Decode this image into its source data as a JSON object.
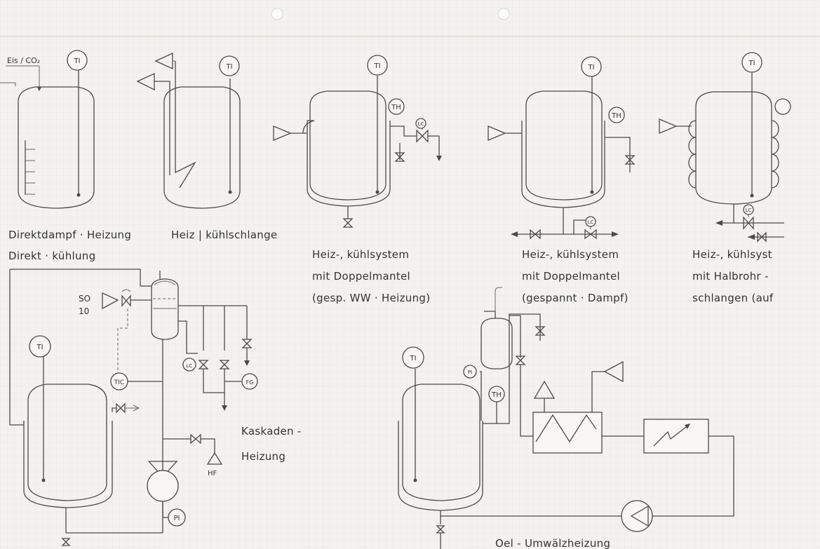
{
  "header_label": "Eis / CO₂",
  "captions": {
    "direct_steam": "Direktdampf · Heizung",
    "direct_cooling": "Direkt · kühlung",
    "coil": "Heiz | kühlschlange",
    "jacket_hw_1": "Heiz-, kühlsystem",
    "jacket_hw_2": "mit Doppelmantel",
    "jacket_hw_3": "(gesp. WW · Heizung)",
    "jacket_steam_1": "Heiz-, kühlsystem",
    "jacket_steam_2": "mit Doppelmantel",
    "jacket_steam_3": "(gespannt · Dampf)",
    "halfpipe_1": "Heiz-, kühlsyst",
    "halfpipe_2": "mit Halbrohr -",
    "halfpipe_3": "schlangen (auf",
    "cascade_1": "Kaskaden -",
    "cascade_2": "Heizung",
    "oil": "Oel - Umwälzheizung"
  },
  "tags": {
    "ti": "TI",
    "th": "TH",
    "lc": "LC",
    "tic": "TIC",
    "pi": "PI",
    "fg": "FG",
    "so": "SO",
    "so_num": "10",
    "hf": "HF"
  }
}
